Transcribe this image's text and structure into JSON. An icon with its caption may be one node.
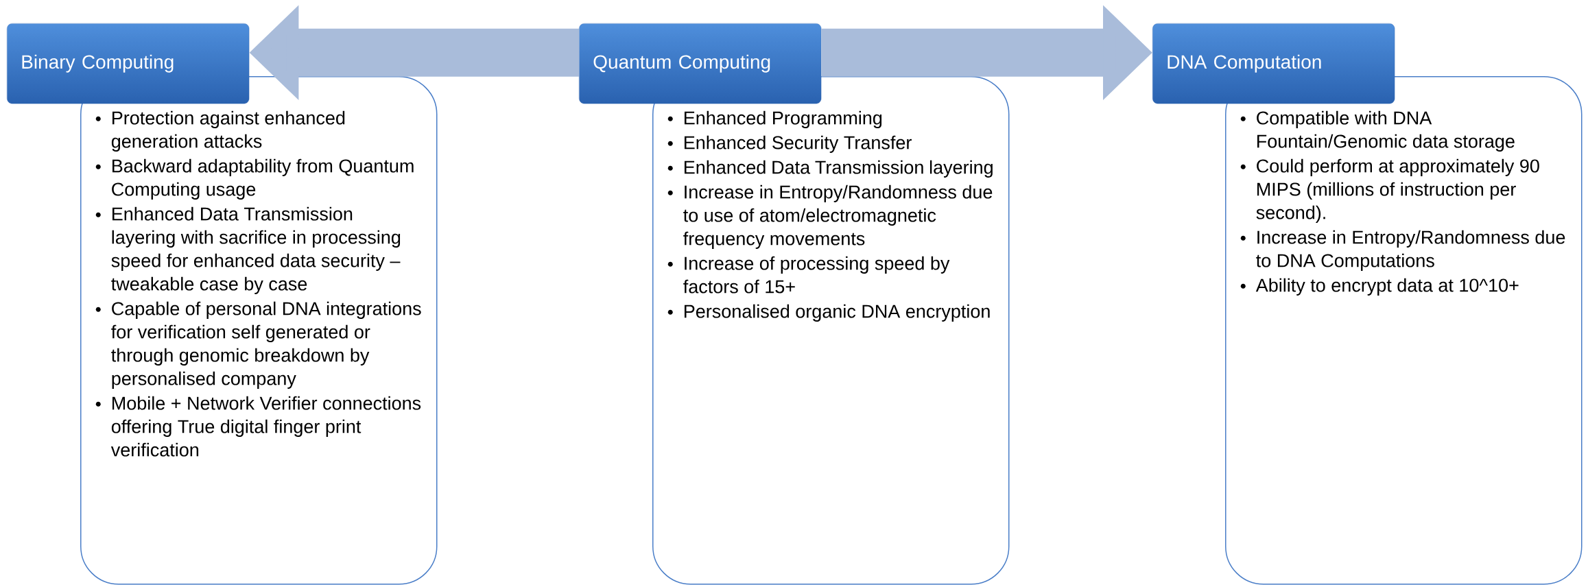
{
  "diagram": {
    "nodes": [
      {
        "text": [
          "Binary Computing"
        ]
      },
      {
        "text": [
          "Protection against enhanced generation attacks",
          "Backward adaptability from Quantum Computing usage",
          "Enhanced Data Transmission layering with sacrifice in processing speed for enhanced data security – tweakable case by case",
          "Capable of personal DNA integrations for verification self generated or through genomic breakdown by personalised company",
          "Mobile + Network Verifier connections offering True digital finger print verification"
        ]
      },
      {
        "text": [
          "Quantum Computing"
        ]
      },
      {
        "text": [
          "Enhanced Programming",
          "Enhanced Security Transfer",
          "Enhanced Data Transmission layering",
          "Increase in Entropy/Randomness due to use of atom/electromagnetic frequency movements",
          "Increase of processing speed by factors of 15+",
          "Personalised organic DNA encryption"
        ]
      },
      {
        "text": [
          "DNA Computation"
        ]
      },
      {
        "text": [
          "Compatible with DNA Fountain/Genomic data storage",
          "Could perform at approximately 90 MIPS (millions of instruction per second).",
          "Increase in Entropy/Randomness due to DNA Computations",
          "Ability to encrypt data at 10^10+"
        ]
      }
    ],
    "edges": [
      {
        "from": 2,
        "to": 0,
        "arrow": "to"
      },
      {
        "from": 2,
        "to": 4,
        "arrow": "to"
      }
    ]
  }
}
